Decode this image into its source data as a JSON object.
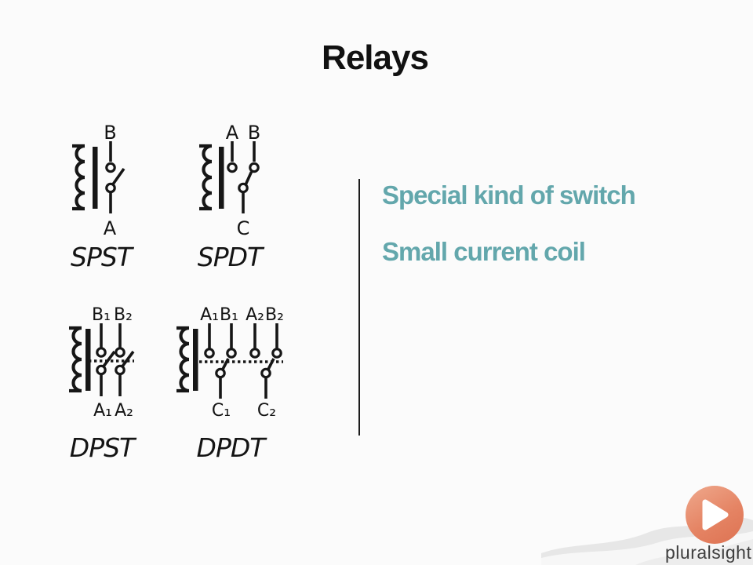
{
  "title": "Relays",
  "notes": [
    "Special kind of switch",
    "Small current coil"
  ],
  "relays": [
    {
      "name": "SPST",
      "top_labels": [
        "B"
      ],
      "bottom_labels": [
        "A"
      ]
    },
    {
      "name": "SPDT",
      "top_labels": [
        "A",
        "B"
      ],
      "bottom_labels": [
        "C"
      ]
    },
    {
      "name": "DPST",
      "top_labels": [
        "B₁",
        "B₂"
      ],
      "bottom_labels": [
        "A₁",
        "A₂"
      ]
    },
    {
      "name": "DPDT",
      "top_labels": [
        "A₁",
        "B₁",
        "A₂",
        "B₂"
      ],
      "bottom_labels": [
        "C₁",
        "C₂"
      ]
    }
  ],
  "colors": {
    "background": "#fbfbfb",
    "diagram_ink": "#161616",
    "accent_teal": "#63a7ac",
    "play_button_coral": "#e58464",
    "wordmark_gray": "#3f3f3f"
  },
  "brand": {
    "wordmark": "pluralsight",
    "icon": "play-icon"
  }
}
